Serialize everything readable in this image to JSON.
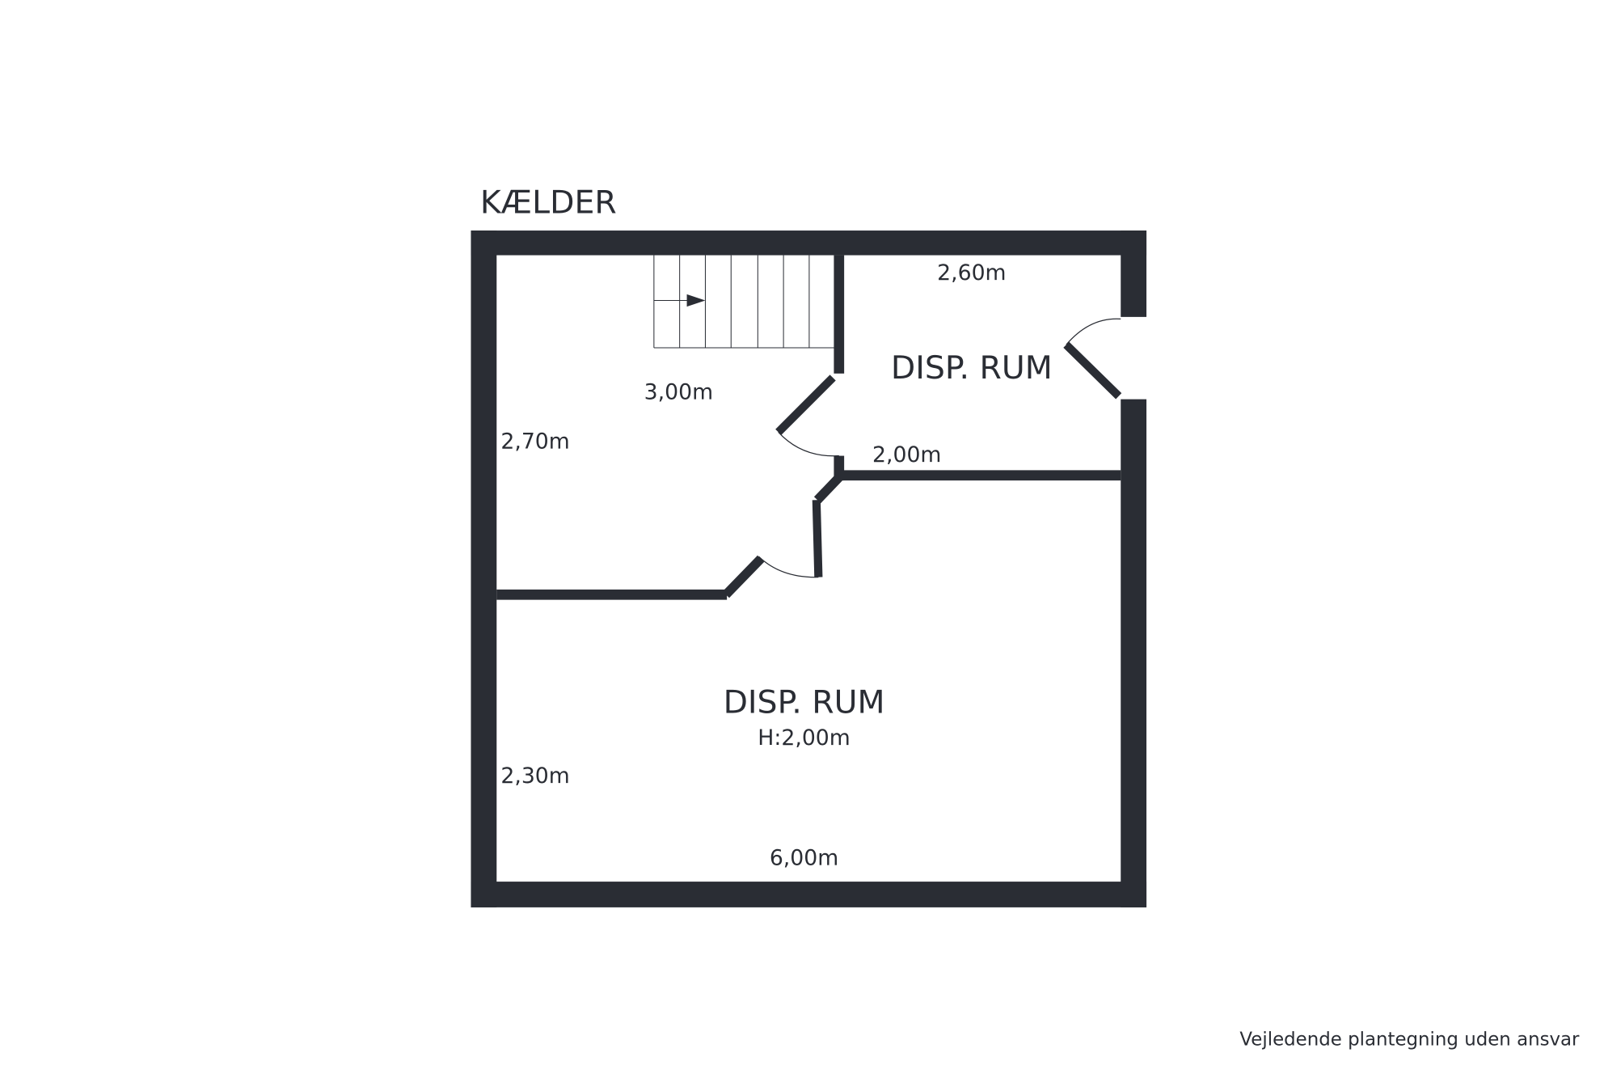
{
  "title": "KÆLDER",
  "rooms": [
    {
      "name": "DISP. RUM"
    },
    {
      "name": "DISP. RUM",
      "height": "H:2,00m"
    }
  ],
  "dimensions": {
    "stair_room_width": "3,00m",
    "stair_room_depth": "2,70m",
    "small_room_width": "2,60m",
    "small_room_depth": "2,00m",
    "large_room_depth": "2,30m",
    "large_room_width": "6,00m"
  },
  "footer": "Vejledende plantegning uden ansvar",
  "colors": {
    "wall": "#2a2d34"
  }
}
